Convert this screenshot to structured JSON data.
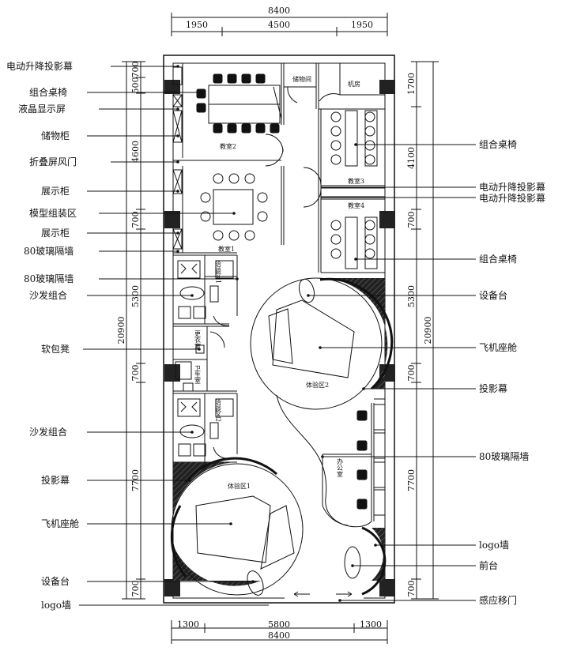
{
  "callouts_left": [
    {
      "id": "l1",
      "text": "电动升降投影幕"
    },
    {
      "id": "l2",
      "text": "组合桌椅"
    },
    {
      "id": "l3",
      "text": "液晶显示屏"
    },
    {
      "id": "l4",
      "text": "储物柜"
    },
    {
      "id": "l5",
      "text": "折叠屏风门"
    },
    {
      "id": "l6",
      "text": "展示柜"
    },
    {
      "id": "l7",
      "text": "模型组装区"
    },
    {
      "id": "l8",
      "text": "展示柜"
    },
    {
      "id": "l9",
      "text": "80玻璃隔墙"
    },
    {
      "id": "l10",
      "text": "80玻璃隔墙"
    },
    {
      "id": "l11",
      "text": "沙发组合"
    },
    {
      "id": "l12",
      "text": "软包凳"
    },
    {
      "id": "l13",
      "text": "沙发组合"
    },
    {
      "id": "l14",
      "text": "投影幕"
    },
    {
      "id": "l15",
      "text": "飞机座舱"
    },
    {
      "id": "l16",
      "text": "设备台"
    },
    {
      "id": "l17",
      "text": "logo墙"
    }
  ],
  "callouts_right": [
    {
      "id": "r1",
      "text": "组合桌椅"
    },
    {
      "id": "r2",
      "text": "电动升降投影幕"
    },
    {
      "id": "r3",
      "text": "电动升降投影幕"
    },
    {
      "id": "r4",
      "text": "组合桌椅"
    },
    {
      "id": "r5",
      "text": "设备台"
    },
    {
      "id": "r6",
      "text": "飞机座舱"
    },
    {
      "id": "r7",
      "text": "投影幕"
    },
    {
      "id": "r8",
      "text": "80玻璃隔墙"
    },
    {
      "id": "r9",
      "text": "logo墙"
    },
    {
      "id": "r10",
      "text": "前台"
    },
    {
      "id": "r11",
      "text": "感应移门"
    }
  ],
  "dimensions": {
    "top_total": "8400",
    "top_segments": [
      "1950",
      "4500",
      "1950"
    ],
    "bottom_segments": [
      "1300",
      "5800",
      "1300"
    ],
    "bottom_total": "8400",
    "left_segments": [
      "700",
      "500",
      "4600",
      "700",
      "5300",
      "700",
      "7700",
      "700"
    ],
    "left_total": "20900",
    "right_segments": [
      "1700",
      "4100",
      "700",
      "5300",
      "700",
      "7700",
      "700"
    ],
    "right_total": "20900"
  },
  "rooms": {
    "storage": "储物间",
    "machine": "机房",
    "classroom2": "教室2",
    "classroom3": "教室3",
    "classroom4": "教室4",
    "classroom1": "教室1",
    "talk1": "洽谈区1",
    "talk2": "洽谈区2",
    "dressing": "更衣室",
    "restroom": "卫生室",
    "exp2": "体验区2",
    "exp1": "体验区1",
    "office": "办公室"
  }
}
